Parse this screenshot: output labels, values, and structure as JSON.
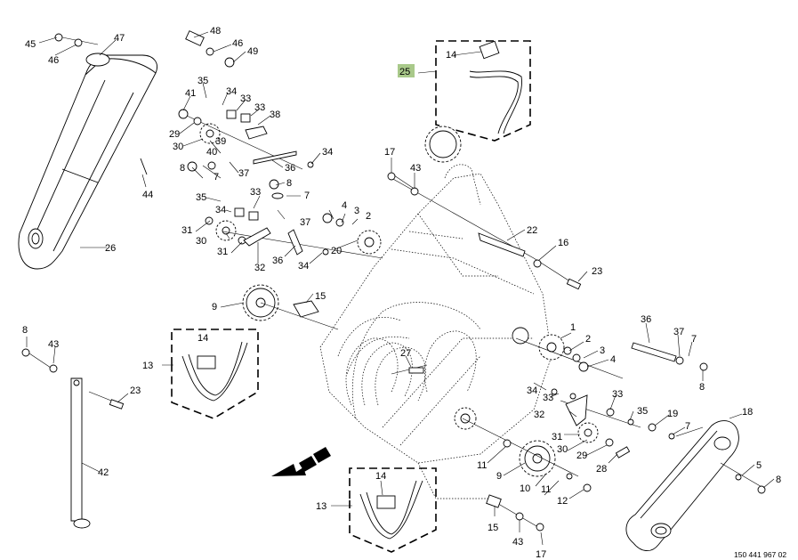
{
  "drawing_id": "150 441 967 02",
  "highlighted_callout": "25",
  "colors": {
    "highlight": "#a9c98a",
    "line": "#000000",
    "background": "#ffffff"
  },
  "callouts": [
    {
      "id": "c45",
      "label": "45"
    },
    {
      "id": "c46a",
      "label": "46"
    },
    {
      "id": "c47",
      "label": "47"
    },
    {
      "id": "c48",
      "label": "48"
    },
    {
      "id": "c46b",
      "label": "46"
    },
    {
      "id": "c49",
      "label": "49"
    },
    {
      "id": "c35a",
      "label": "35"
    },
    {
      "id": "c34a",
      "label": "34"
    },
    {
      "id": "c41",
      "label": "41"
    },
    {
      "id": "c33a",
      "label": "33"
    },
    {
      "id": "c33b",
      "label": "33"
    },
    {
      "id": "c38",
      "label": "38"
    },
    {
      "id": "c29a",
      "label": "29"
    },
    {
      "id": "c30a",
      "label": "30"
    },
    {
      "id": "c40",
      "label": "40"
    },
    {
      "id": "c39",
      "label": "39"
    },
    {
      "id": "c37a",
      "label": "37"
    },
    {
      "id": "c36a",
      "label": "36"
    },
    {
      "id": "c34b",
      "label": "34"
    },
    {
      "id": "c8a",
      "label": "8"
    },
    {
      "id": "c7a",
      "label": "7"
    },
    {
      "id": "c44",
      "label": "44"
    },
    {
      "id": "c8b",
      "label": "8"
    },
    {
      "id": "c7b",
      "label": "7"
    },
    {
      "id": "c35b",
      "label": "35"
    },
    {
      "id": "c33c",
      "label": "33"
    },
    {
      "id": "c34c",
      "label": "34"
    },
    {
      "id": "c31a",
      "label": "31"
    },
    {
      "id": "c30b",
      "label": "30"
    },
    {
      "id": "c37b",
      "label": "37"
    },
    {
      "id": "c31b",
      "label": "31"
    },
    {
      "id": "c32a",
      "label": "32"
    },
    {
      "id": "c36b",
      "label": "36"
    },
    {
      "id": "c34d",
      "label": "34"
    },
    {
      "id": "c26",
      "label": "26"
    },
    {
      "id": "c4a",
      "label": "4"
    },
    {
      "id": "c3a",
      "label": "3"
    },
    {
      "id": "c2a",
      "label": "2"
    },
    {
      "id": "c20",
      "label": "20"
    },
    {
      "id": "c25",
      "label": "25"
    },
    {
      "id": "c14a",
      "label": "14"
    },
    {
      "id": "c17a",
      "label": "17"
    },
    {
      "id": "c43a",
      "label": "43"
    },
    {
      "id": "c22",
      "label": "22"
    },
    {
      "id": "c16",
      "label": "16"
    },
    {
      "id": "c23a",
      "label": "23"
    },
    {
      "id": "c15a",
      "label": "15"
    },
    {
      "id": "c9a",
      "label": "9"
    },
    {
      "id": "c8c",
      "label": "8"
    },
    {
      "id": "c43b",
      "label": "43"
    },
    {
      "id": "c14b",
      "label": "14"
    },
    {
      "id": "c13a",
      "label": "13"
    },
    {
      "id": "c23b",
      "label": "23"
    },
    {
      "id": "c42",
      "label": "42"
    },
    {
      "id": "c27",
      "label": "27"
    },
    {
      "id": "c1",
      "label": "1"
    },
    {
      "id": "c2b",
      "label": "2"
    },
    {
      "id": "c3b",
      "label": "3"
    },
    {
      "id": "c4b",
      "label": "4"
    },
    {
      "id": "c36c",
      "label": "36"
    },
    {
      "id": "c37c",
      "label": "37"
    },
    {
      "id": "c7c",
      "label": "7"
    },
    {
      "id": "c8d",
      "label": "8"
    },
    {
      "id": "c34e",
      "label": "34"
    },
    {
      "id": "c33d",
      "label": "33"
    },
    {
      "id": "c33e",
      "label": "33"
    },
    {
      "id": "c32b",
      "label": "32"
    },
    {
      "id": "c35c",
      "label": "35"
    },
    {
      "id": "c19",
      "label": "19"
    },
    {
      "id": "c7d",
      "label": "7"
    },
    {
      "id": "c18",
      "label": "18"
    },
    {
      "id": "c31c",
      "label": "31"
    },
    {
      "id": "c30c",
      "label": "30"
    },
    {
      "id": "c29b",
      "label": "29"
    },
    {
      "id": "c28",
      "label": "28"
    },
    {
      "id": "c11a",
      "label": "11"
    },
    {
      "id": "c9b",
      "label": "9"
    },
    {
      "id": "c10",
      "label": "10"
    },
    {
      "id": "c11b",
      "label": "11"
    },
    {
      "id": "c12",
      "label": "12"
    },
    {
      "id": "c5",
      "label": "5"
    },
    {
      "id": "c8e",
      "label": "8"
    },
    {
      "id": "c13b",
      "label": "13"
    },
    {
      "id": "c14c",
      "label": "14"
    },
    {
      "id": "c15b",
      "label": "15"
    },
    {
      "id": "c43c",
      "label": "43"
    },
    {
      "id": "c17b",
      "label": "17"
    }
  ]
}
